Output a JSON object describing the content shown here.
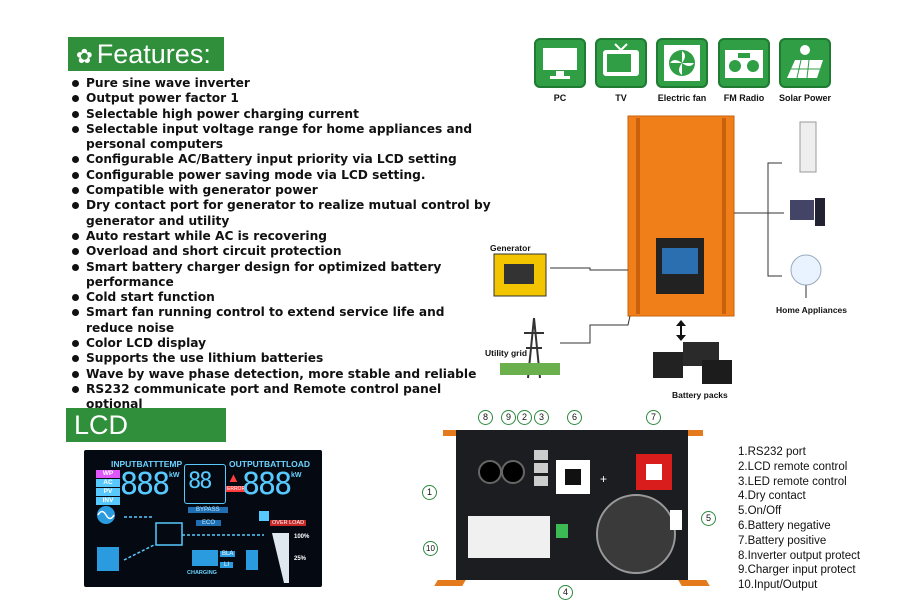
{
  "features": {
    "title": "Features:",
    "items": [
      "Pure sine wave inverter",
      "Output power factor 1",
      "Selectable high power charging current",
      "Selectable input voltage range for home appliances and personal computers",
      "Configurable AC/Battery input priority via LCD setting",
      "Configurable power saving mode via LCD setting.",
      "Compatible with generator power",
      "Dry contact port for generator to realize mutual control by generator and  utility",
      "Auto restart while AC is recovering",
      "Overload and short circuit protection",
      "Smart battery charger design for optimized battery performance",
      "Cold start function",
      "Smart fan running control to extend service life and reduce noise",
      "Color LCD display",
      "Supports the use lithium batteries",
      "Wave by wave phase detection, more stable and reliable",
      "RS232 communicate port and Remote control panel optional"
    ]
  },
  "lcd": {
    "title": "LCD display:",
    "input_label": "INPUTBATTTEMP",
    "output_label": "OUTPUTBATTLOAD",
    "modes": [
      "WP",
      "AC",
      "PV",
      "INV"
    ],
    "digits_left": "888",
    "digits_mid": "88",
    "digits_right": "888",
    "units_left": "kW",
    "units_right": "kW",
    "error_label": "ERROR",
    "bypass_label": "BYPASS",
    "eco_label": "ECO",
    "overload_label": "OVER LOAD",
    "pct_100": "100%",
    "pct_25": "25%",
    "charging_label": "CHARGING",
    "bla_label": "BLA",
    "li_label": "LI"
  },
  "appliances": [
    {
      "label": "PC",
      "icon": "pc-icon"
    },
    {
      "label": "TV",
      "icon": "tv-icon"
    },
    {
      "label": "Electric fan",
      "icon": "fan-icon"
    },
    {
      "label": "FM Radio",
      "icon": "radio-icon"
    },
    {
      "label": "Solar Power",
      "icon": "solar-icon"
    }
  ],
  "diagram": {
    "generator": "Generator",
    "utility": "Utility grid",
    "batteries": "Battery packs",
    "home": "Home Appliances"
  },
  "rear_panel": {
    "numbers": [
      "1",
      "2",
      "3",
      "4",
      "5",
      "6",
      "7",
      "8",
      "9",
      "10"
    ],
    "legend": [
      "1.RS232 port",
      "2.LCD remote control",
      "3.LED remote control",
      "4.Dry contact",
      "5.On/Off",
      "6.Battery negative",
      "7.Battery positive",
      "8.Inverter output protect",
      "9.Charger input protect",
      "10.Input/Output"
    ]
  },
  "colors": {
    "green": "#2f8f3a",
    "orange": "#f07f1a",
    "lcd_blue": "#57c9ff"
  }
}
